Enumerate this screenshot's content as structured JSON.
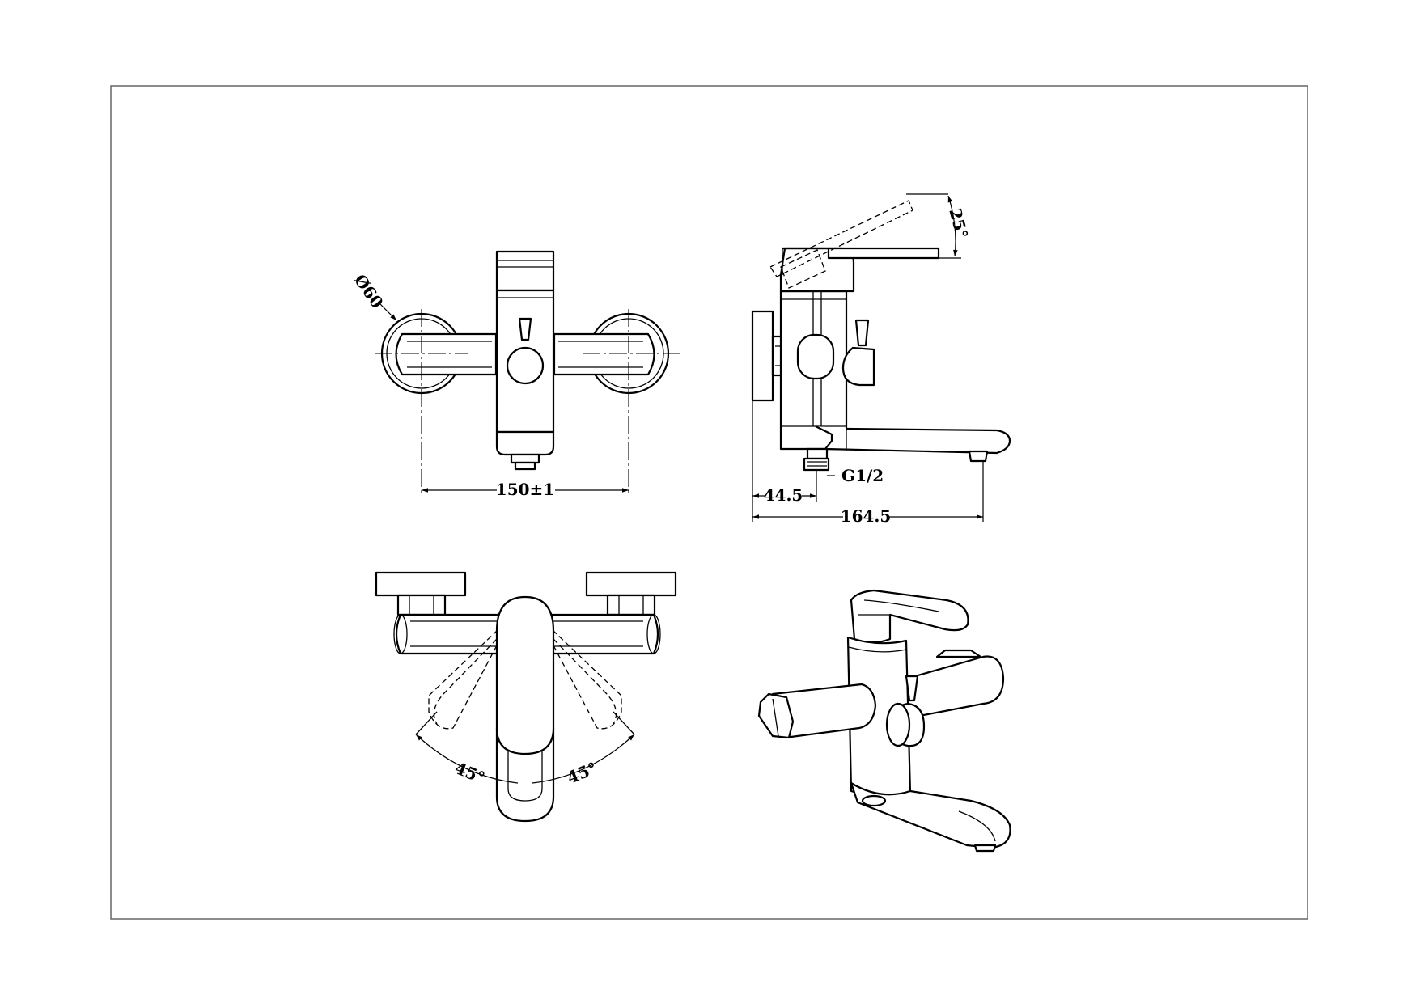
{
  "drawing": {
    "front_view": {
      "diameter_label": "Ø60",
      "spacing_label": "150±1"
    },
    "side_view": {
      "angle_label": "25°",
      "thread_label": "G1/2",
      "wall_offset_label": "44.5",
      "spout_reach_label": "164.5"
    },
    "top_view": {
      "left_angle_label": "45°",
      "right_angle_label": "45°"
    }
  }
}
